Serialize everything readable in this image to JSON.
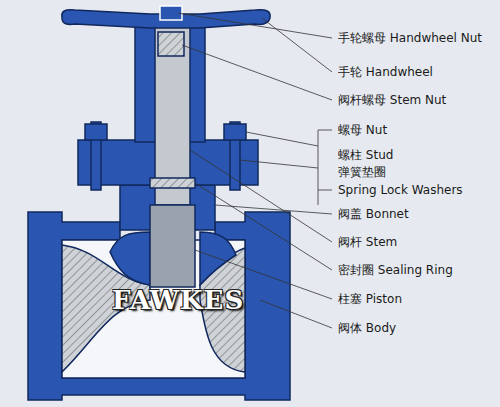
{
  "diagram": {
    "labels": [
      "手轮螺母 Handwheel Nut",
      "手轮 Handwheel",
      "阀杆螺母 Stem Nut",
      "螺母 Nut",
      "螺柱 Stud",
      "弹簧垫圈",
      "Spring Lock Washers",
      "阀盖 Bonnet",
      "阀杆 Stem",
      "密封圈 Sealing Ring",
      "柱塞 Piston",
      "阀体 Body",
      "FAWKES"
    ]
  }
}
